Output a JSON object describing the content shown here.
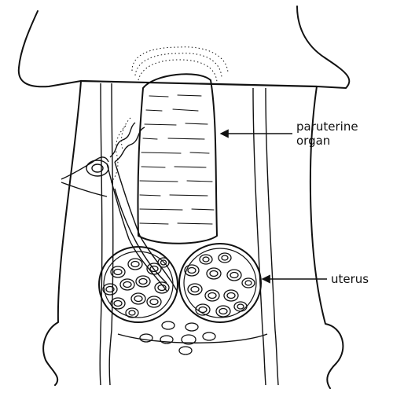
{
  "labels": {
    "paruterine_line1": "paruterine",
    "paruterine_line2": "organ",
    "uterus": "uterus"
  },
  "colors": {
    "ink": "#111111",
    "paper": "#ffffff"
  }
}
